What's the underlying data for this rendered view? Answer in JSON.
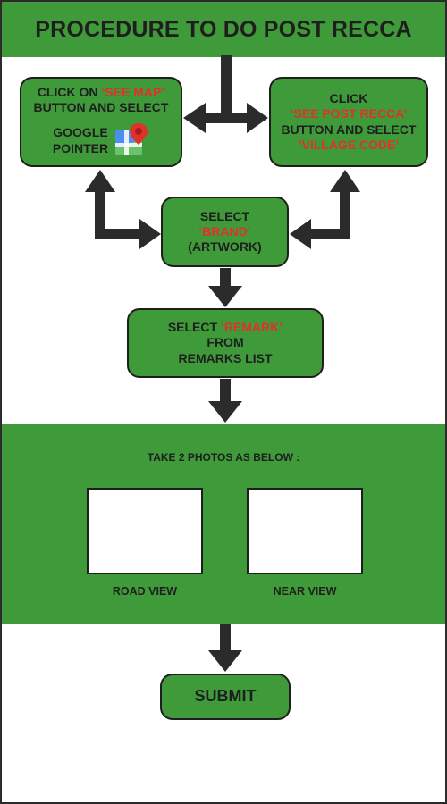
{
  "title": "PROCEDURE TO DO POST RECCA",
  "colors": {
    "band_green": "#3f9a3a",
    "accent_red": "#e0312b",
    "ink": "#1e1e1e"
  },
  "step_see_map": {
    "line1_prefix": "CLICK ON ",
    "line1_highlight": "‘SEE MAP’",
    "line2": "BUTTON AND SELECT",
    "line3": "GOOGLE",
    "line4": "POINTER",
    "icon": "google-maps-pin-icon"
  },
  "step_see_post_recca": {
    "line1": "CLICK",
    "line2_highlight": "‘SEE POST RECCA’",
    "line3": "BUTTON AND SELECT",
    "line4_highlight": "‘VILLAGE CODE’"
  },
  "step_brand": {
    "line1": "SELECT",
    "line2_highlight": "‘BRAND’",
    "line3": "(ARTWORK)"
  },
  "step_remark": {
    "line1_prefix": "SELECT ",
    "line1_highlight": "‘REMARK’",
    "line2": "FROM",
    "line3": "REMARKS LIST"
  },
  "photos": {
    "heading": "TAKE 2 PHOTOS AS BELOW :",
    "left_label": "ROAD VIEW",
    "right_label": "NEAR VIEW"
  },
  "submit_label": "SUBMIT"
}
